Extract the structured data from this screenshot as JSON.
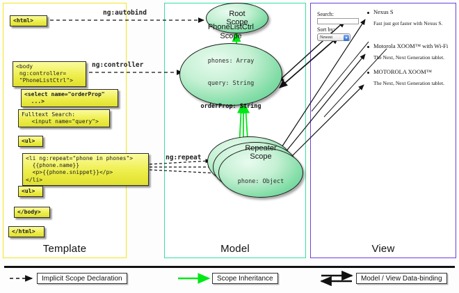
{
  "panels": {
    "template": {
      "label": "Template",
      "border_color": "#f2e81c"
    },
    "model": {
      "label": "Model",
      "border_color": "#35e0a1"
    },
    "view": {
      "label": "View",
      "border_color": "#6a3fe0"
    }
  },
  "template_code": [
    {
      "id": "html-open",
      "text": "<html>"
    },
    {
      "id": "body-open",
      "text": "<body\n ng:controller=\n \"PhoneListCtrl\">"
    },
    {
      "id": "select",
      "text": "<select name=\"orderProp\"\n  ...>"
    },
    {
      "id": "fulltext",
      "text": "Fulltext Search:\n   <input name=\"query\">"
    },
    {
      "id": "ul-open",
      "text": "<ul>"
    },
    {
      "id": "li-repeat",
      "text": "<li ng:repeat=\"phone in phones\">\n  {{phone.name}}\n  <p>{{phone.snippet}}</p>\n</li>"
    },
    {
      "id": "ul-close",
      "text": "<ul>"
    },
    {
      "id": "body-close",
      "text": "</body>"
    },
    {
      "id": "html-close",
      "text": "</html>"
    }
  ],
  "edge_labels": {
    "autobind": "ng:autobind",
    "controller": "ng:controller",
    "repeat": "ng:repeat"
  },
  "scopes": [
    {
      "id": "root",
      "title": "Root\nScope",
      "title_lines": [
        "Root",
        "Scope"
      ],
      "props": []
    },
    {
      "id": "ctrl",
      "title": "PhoneListCtrl\nScope",
      "title_lines": [
        "PhoneListCtrl",
        "Scope"
      ],
      "props": [
        "phones: Array",
        "query: String",
        "orderProp: String"
      ],
      "bold_prop": "orderProp: String"
    },
    {
      "id": "repeater",
      "title": "Repeater\nScope",
      "title_lines": [
        "Repeater",
        "Scope"
      ],
      "props": [
        "phone: Object"
      ]
    }
  ],
  "view": {
    "search_label": "Search:",
    "search_value": "",
    "sort_label": "Sort by:",
    "sort_selected": "Newest",
    "phones": [
      {
        "name": "Nexus S",
        "snippet": "Fast just got faster with Nexus S."
      },
      {
        "name": "Motorola XOOM™  with Wi-Fi",
        "snippet": "The Next, Next Generation tablet."
      },
      {
        "name": "MOTOROLA XOOM™",
        "snippet": "The Next, Next Generation tablet."
      }
    ]
  },
  "legend": [
    {
      "id": "implicit",
      "label": "Implicit Scope Declaration",
      "arrow": "dashed-black"
    },
    {
      "id": "inheritance",
      "label": "Scope Inheritance",
      "arrow": "solid-green",
      "color": "#00e817"
    },
    {
      "id": "databinding",
      "label": "Model / View Data-binding",
      "arrow": "double-black"
    }
  ]
}
